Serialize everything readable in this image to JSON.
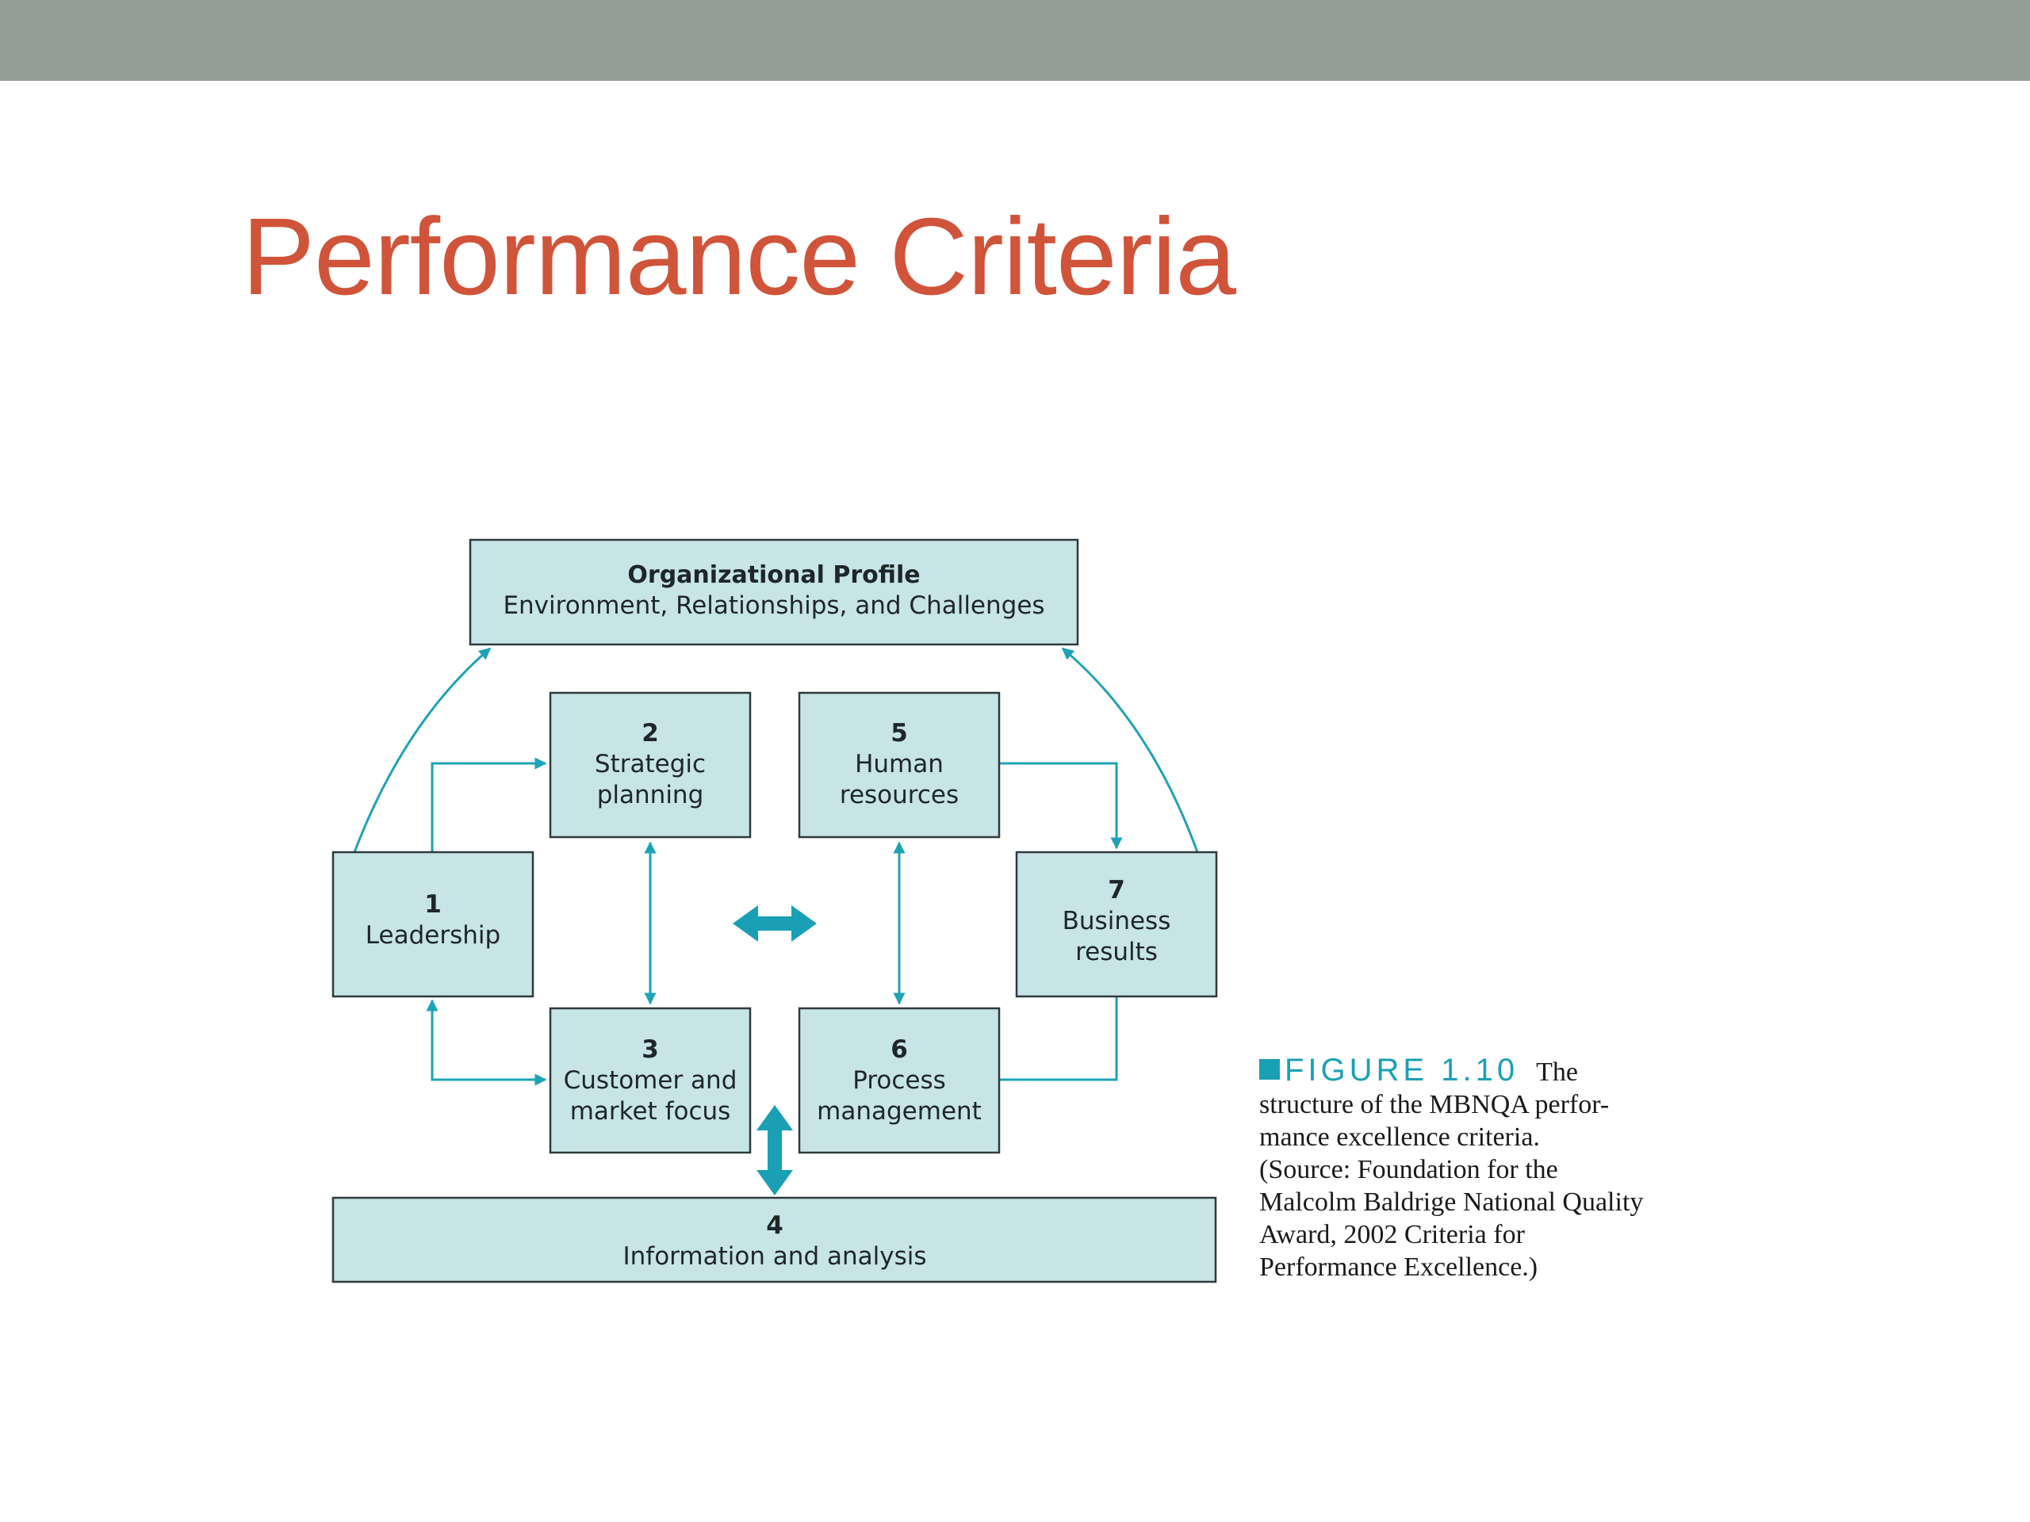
{
  "slide": {
    "title": "Performance Criteria"
  },
  "diagram": {
    "profile": {
      "title": "Organizational Profile",
      "subtitle": "Environment, Relationships, and Challenges"
    },
    "boxes": [
      {
        "id": "leadership",
        "number": "1",
        "lines": [
          "Leadership"
        ]
      },
      {
        "id": "strategic-planning",
        "number": "2",
        "lines": [
          "Strategic",
          "planning"
        ]
      },
      {
        "id": "customer-market-focus",
        "number": "3",
        "lines": [
          "Customer and",
          "market focus"
        ]
      },
      {
        "id": "information-analysis",
        "number": "4",
        "lines": [
          "Information and analysis"
        ]
      },
      {
        "id": "human-resources",
        "number": "5",
        "lines": [
          "Human",
          "resources"
        ]
      },
      {
        "id": "process-management",
        "number": "6",
        "lines": [
          "Process",
          "management"
        ]
      },
      {
        "id": "business-results",
        "number": "7",
        "lines": [
          "Business",
          "results"
        ]
      }
    ],
    "accent_color": "#1aa0b5",
    "box_fill": "#c7e4e7"
  },
  "caption": {
    "label": "FIGURE 1.10",
    "lines": [
      "The",
      "structure of the MBNQA perfor-",
      "mance excellence criteria.",
      "(Source: Foundation for the",
      "Malcolm Baldrige National Quality",
      "Award, 2002 Criteria for",
      "Performance Excellence.)"
    ]
  },
  "colors": {
    "top_bar": "#919f97",
    "title": "#d0543a"
  }
}
